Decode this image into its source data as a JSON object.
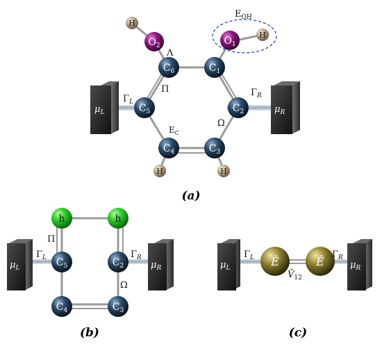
{
  "panel_a": {
    "caption": "(a)",
    "atoms": [
      {
        "id": "c6",
        "main": "C",
        "sub": "6"
      },
      {
        "id": "c1",
        "main": "C",
        "sub": "1"
      },
      {
        "id": "c5",
        "main": "C",
        "sub": "5"
      },
      {
        "id": "c2",
        "main": "C",
        "sub": "2"
      },
      {
        "id": "c4",
        "main": "C",
        "sub": "4"
      },
      {
        "id": "c3",
        "main": "C",
        "sub": "3"
      },
      {
        "id": "o2",
        "main": "O",
        "sub": "2"
      },
      {
        "id": "o1",
        "main": "O",
        "sub": "1"
      },
      {
        "id": "h_o2",
        "main": "H",
        "sub": ""
      },
      {
        "id": "h_o1",
        "main": "H",
        "sub": ""
      },
      {
        "id": "h_c4",
        "main": "H",
        "sub": ""
      },
      {
        "id": "h_c3",
        "main": "H",
        "sub": ""
      }
    ],
    "labels": {
      "e_oh_main": "E",
      "e_oh_sub": "OH",
      "lambda": "Λ",
      "pi": "Π",
      "omega": "Ω",
      "e_c_main": "E",
      "e_c_sub": "C",
      "gamma_l_main": "Γ",
      "gamma_l_sub": "L",
      "gamma_r_main": "Γ",
      "gamma_r_sub": "R"
    },
    "lead_left": {
      "main": "μ",
      "sub": "L"
    },
    "lead_right": {
      "main": "μ",
      "sub": "R"
    }
  },
  "panel_b": {
    "caption": "(b)",
    "atoms": [
      {
        "id": "hl",
        "main": "h",
        "sub": ""
      },
      {
        "id": "hr",
        "main": "h",
        "sub": ""
      },
      {
        "id": "c5",
        "main": "C",
        "sub": "5"
      },
      {
        "id": "c2",
        "main": "C",
        "sub": "2"
      },
      {
        "id": "c4",
        "main": "C",
        "sub": "4"
      },
      {
        "id": "c3",
        "main": "C",
        "sub": "3"
      }
    ],
    "labels": {
      "pi": "Π",
      "omega": "Ω",
      "gamma_l_main": "Γ",
      "gamma_l_sub": "L",
      "gamma_r_main": "Γ",
      "gamma_r_sub": "R"
    },
    "lead_left": {
      "main": "μ",
      "sub": "L"
    },
    "lead_right": {
      "main": "μ",
      "sub": "R"
    }
  },
  "panel_c": {
    "caption": "(c)",
    "atoms": [
      {
        "id": "el",
        "main": "Ẽ",
        "sub": ""
      },
      {
        "id": "er",
        "main": "Ẽ",
        "sub": ""
      }
    ],
    "labels": {
      "v12_main": "Ṽ",
      "v12_sub": "12",
      "gamma_l_main": "Γ",
      "gamma_l_sub": "L",
      "gamma_r_main": "Γ",
      "gamma_r_sub": "R"
    },
    "lead_left": {
      "main": "μ",
      "sub": "L"
    },
    "lead_right": {
      "main": "μ",
      "sub": "R"
    }
  },
  "colors": {
    "carbon": "#1c2f44",
    "oxygen": "#8a1a7e",
    "hydrogen": "#b9a48a",
    "h_site": "#22bb22",
    "e_site": "#8f8230",
    "lead": "#2a2a2a",
    "bond": "#9a9a9a"
  }
}
